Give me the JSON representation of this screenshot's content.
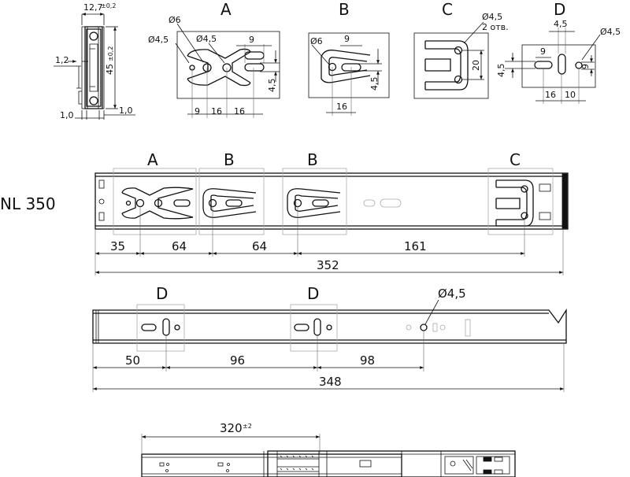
{
  "profile": {
    "width_label": "12,7",
    "width_tol": "±0,2",
    "height_label": "45",
    "height_tol": "±0,2",
    "thickness_label": "1,2",
    "base_left_label": "1,0",
    "base_right_label": "1,0"
  },
  "details": {
    "a": {
      "letter": "A",
      "hole_small_label": "Ø4,5",
      "hole_large_label": "Ø6",
      "hole_mid_label": "Ø4,5",
      "slot_width_label": "9",
      "slot_height_label": "4,5",
      "spacing_labels": [
        "9",
        "16",
        "16"
      ]
    },
    "b": {
      "letter": "B",
      "hole_label": "Ø6",
      "slot_width_label": "9",
      "slot_height_label": "4,5",
      "spacing_label": "16"
    },
    "c": {
      "letter": "C",
      "hole_label": "Ø4,5",
      "hole_count_label": "2 отв.",
      "height_label": "20"
    },
    "d": {
      "letter": "D",
      "slot_top_label": "4,5",
      "hole_label": "Ø4,5",
      "slot_width_label": "9",
      "height_left_label": "4,5",
      "height_right_label": "9",
      "spacing_labels": [
        "16",
        "10"
      ]
    }
  },
  "model_label": "NL 350",
  "cabinet_rail": {
    "callouts": [
      "A",
      "B",
      "B",
      "C"
    ],
    "dims": [
      "35",
      "64",
      "64",
      "161"
    ],
    "overall": "352"
  },
  "drawer_rail": {
    "callouts": [
      "D",
      "D"
    ],
    "hole_label": "Ø4,5",
    "dims": [
      "50",
      "96",
      "98"
    ],
    "overall": "348"
  },
  "extension": {
    "label": "320",
    "tol": "±2"
  }
}
